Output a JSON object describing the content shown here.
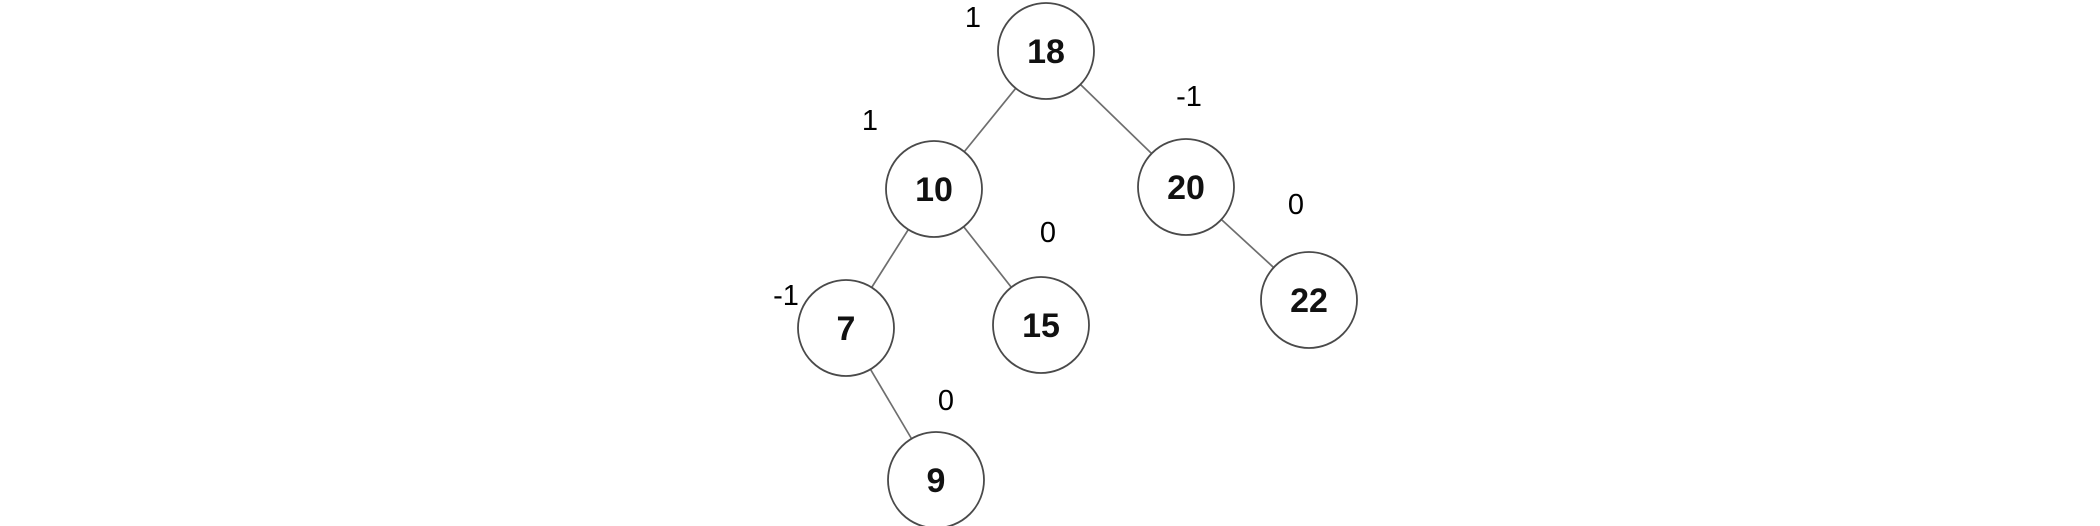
{
  "diagram": {
    "type": "avl-binary-search-tree",
    "nodes": [
      {
        "value": "18",
        "balance_factor": "1"
      },
      {
        "value": "10",
        "balance_factor": "1"
      },
      {
        "value": "20",
        "balance_factor": "-1"
      },
      {
        "value": "7",
        "balance_factor": "-1"
      },
      {
        "value": "15",
        "balance_factor": "0"
      },
      {
        "value": "22",
        "balance_factor": "0"
      },
      {
        "value": "9",
        "balance_factor": "0"
      }
    ],
    "edges": [
      {
        "from": "18",
        "to": "10",
        "side": "left"
      },
      {
        "from": "18",
        "to": "20",
        "side": "right"
      },
      {
        "from": "10",
        "to": "7",
        "side": "left"
      },
      {
        "from": "10",
        "to": "15",
        "side": "right"
      },
      {
        "from": "20",
        "to": "22",
        "side": "right"
      },
      {
        "from": "7",
        "to": "9",
        "side": "right"
      }
    ],
    "colors": {
      "background": "#ffffff",
      "node_fill": "#ffffff",
      "node_stroke": "#4a4a4a",
      "edge_stroke": "#6e6e6e",
      "text": "#111111"
    }
  }
}
